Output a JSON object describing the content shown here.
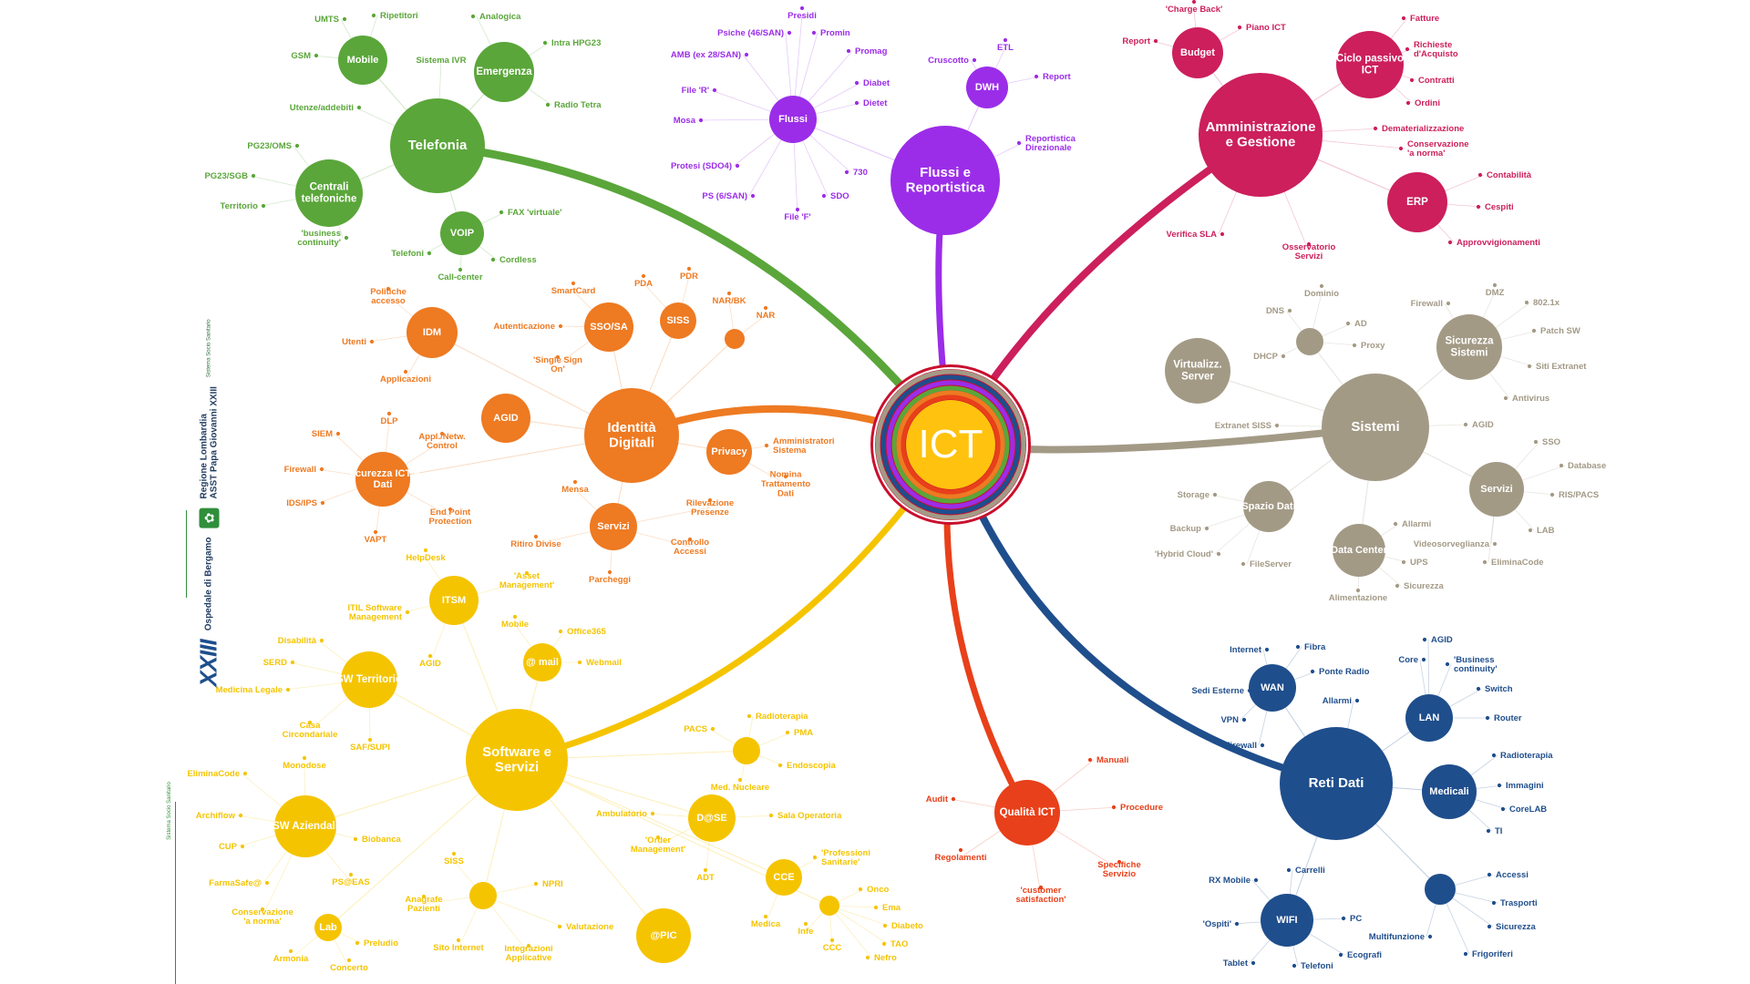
{
  "center": {
    "label": "ICT"
  },
  "brand": {
    "hospital": "Ospedale di Bergamo",
    "region": "Regione Lombardia",
    "asst": "ASST Papa Giovanni XXIII",
    "system": "Sistema Socio Sanitario",
    "code": "XXIII",
    "leaf_icon": "lombardy-rose-icon"
  },
  "branches": [
    {
      "name": "Telefonia",
      "color": "#5aa63a",
      "clusters": [
        {
          "label": "Telefonia",
          "leaves": [
            "Utenze/addebiti"
          ]
        },
        {
          "label": "Mobile",
          "leaves": [
            "UMTS",
            "Ripetitori",
            "GSM"
          ]
        },
        {
          "label": "Emergenza",
          "leaves": [
            "Analogica",
            "Intra HPG23",
            "Radio Tetra"
          ]
        },
        {
          "label": "Centrali telefoniche",
          "leaves": [
            "PG23/OMS",
            "PG23/SGB",
            "Territorio",
            "'business continuity'"
          ]
        },
        {
          "label": "VOIP",
          "leaves": [
            "FAX 'virtuale'",
            "Cordless",
            "Call-center",
            "Telefoni"
          ]
        }
      ],
      "free_leaves": [
        "Sistema IVR"
      ]
    },
    {
      "name": "Flussi e Reportistica",
      "color": "#9b2de8",
      "clusters": [
        {
          "label": "Flussi e Reportistica",
          "leaves": [
            "Reportistica Direzionale"
          ]
        },
        {
          "label": "Flussi",
          "leaves": [
            "Presidi",
            "Promin",
            "Promag",
            "Diabet",
            "Dietet",
            "730",
            "SDO",
            "File 'F'",
            "PS (6/SAN)",
            "Protesi (SDO4)",
            "Mosa",
            "File 'R'",
            "AMB (ex 28/SAN)",
            "Psiche (46/SAN)"
          ]
        },
        {
          "label": "DWH",
          "leaves": [
            "Cruscotto",
            "ETL",
            "Report"
          ]
        }
      ]
    },
    {
      "name": "Amministrazione e Gestione",
      "color": "#cc1f5c",
      "clusters": [
        {
          "label": "Amministrazione e Gestione",
          "leaves": [
            "Dematerializzazione",
            "Conservazione 'a norma'",
            "Verifica SLA",
            "Osservatorio Servizi"
          ]
        },
        {
          "label": "Budget",
          "leaves": [
            "'Charge Back'",
            "Piano ICT",
            "Report"
          ]
        },
        {
          "label": "Ciclo passivo ICT",
          "leaves": [
            "Fatture",
            "Richieste d'Acquisto",
            "Contratti",
            "Ordini"
          ]
        },
        {
          "label": "ERP",
          "leaves": [
            "Contabilità",
            "Cespiti",
            "Approvvigionamenti"
          ]
        }
      ]
    },
    {
      "name": "Sistemi",
      "color": "#a39a86",
      "clusters": [
        {
          "label": "Sistemi",
          "leaves": [
            "Extranet SISS",
            "AGID"
          ]
        },
        {
          "label": "Virtualizz. Server",
          "leaves": []
        },
        {
          "label": "",
          "leaves": [
            "Dominio",
            "DNS",
            "AD",
            "Proxy",
            "DHCP"
          ]
        },
        {
          "label": "Sicurezza Sistemi",
          "leaves": [
            "Firewall",
            "DMZ",
            "802.1x",
            "Patch SW",
            "Siti Extranet",
            "Antivirus"
          ]
        },
        {
          "label": "Servizi",
          "leaves": [
            "SSO",
            "Database",
            "RIS/PACS",
            "LAB",
            "Videosorveglianza",
            "EliminaCode"
          ]
        },
        {
          "label": "Spazio Dati",
          "leaves": [
            "Storage",
            "Backup",
            "'Hybrid Cloud'",
            "FileServer"
          ]
        },
        {
          "label": "Data Center",
          "leaves": [
            "Allarmi",
            "UPS",
            "Sicurezza",
            "Alimentazione"
          ]
        }
      ]
    },
    {
      "name": "Reti Dati",
      "color": "#1f4e8c",
      "clusters": [
        {
          "label": "Reti Dati",
          "leaves": [
            "Allarmi"
          ]
        },
        {
          "label": "WAN",
          "leaves": [
            "Internet",
            "Fibra",
            "Ponte Radio",
            "Sedi Esterne",
            "VPN",
            "Firewall"
          ]
        },
        {
          "label": "LAN",
          "leaves": [
            "AGID",
            "Core",
            "'Business continuity'",
            "Switch",
            "Router"
          ]
        },
        {
          "label": "Medicali",
          "leaves": [
            "Radioterapia",
            "Immagini",
            "CoreLAB",
            "TI"
          ]
        },
        {
          "label": "",
          "leaves": [
            "Accessi",
            "Trasporti",
            "Sicurezza",
            "Frigoriferi",
            "Multifunzione"
          ]
        },
        {
          "label": "WIFI",
          "leaves": [
            "RX Mobile",
            "Carrelli",
            "PC",
            "Ecografi",
            "Telefoni",
            "Tablet",
            "'Ospiti'"
          ]
        }
      ]
    },
    {
      "name": "Qualità ICT",
      "color": "#e8401a",
      "clusters": [
        {
          "label": "Qualità ICT",
          "leaves": [
            "Audit",
            "Manuali",
            "Procedure",
            "Specifiche Servizio",
            "'customer satisfaction'",
            "Regolamenti"
          ]
        }
      ]
    },
    {
      "name": "Software e Servizi",
      "color": "#f5c400",
      "clusters": [
        {
          "label": "Software e Servizi",
          "leaves": []
        },
        {
          "label": "ITSM",
          "leaves": [
            "HelpDesk",
            "'Asset Management'",
            "ITIL Software Management",
            "AGID"
          ]
        },
        {
          "label": "@ mail",
          "leaves": [
            "Mobile",
            "Office365",
            "Webmail"
          ]
        },
        {
          "label": "SW Territorio",
          "leaves": [
            "Disabilità",
            "SERD",
            "Medicina Legale",
            "Casa Circondariale",
            "SAF/SUPI"
          ]
        },
        {
          "label": "",
          "leaves": [
            "Radioterapia",
            "PMA",
            "Endoscopia",
            "Med. Nucleare",
            "PACS"
          ]
        },
        {
          "label": "D@SE",
          "leaves": [
            "Ambulatorio",
            "Sala Operatoria",
            "'Order Management'",
            "ADT"
          ]
        },
        {
          "label": "CCE",
          "leaves": [
            "'Professioni Sanitarie'",
            "Medica"
          ]
        },
        {
          "label": "",
          "leaves": [
            "Onco",
            "Ema",
            "Diabeto",
            "TAO",
            "Nefro",
            "CCC",
            "Infe"
          ]
        },
        {
          "label": "SW Aziendali",
          "leaves": [
            "EliminaCode",
            "Monodose",
            "Archiflow",
            "CUP",
            "FarmaSafe@",
            "Biobanca",
            "PS@EAS",
            "Conservazione 'a norma'"
          ]
        },
        {
          "label": "Lab",
          "leaves": [
            "Armonia",
            "Concerto",
            "Preludio"
          ]
        },
        {
          "label": "",
          "leaves": [
            "SISS",
            "NPRI",
            "Anagrafe Pazienti",
            "Valutazione",
            "Integrazioni Applicative",
            "Sito Internet"
          ]
        },
        {
          "label": "@PIC",
          "leaves": []
        }
      ]
    },
    {
      "name": "Identità Digitali",
      "color": "#ee7a22",
      "clusters": [
        {
          "label": "Identità Digitali",
          "leaves": []
        },
        {
          "label": "IDM",
          "leaves": [
            "Politiche accesso",
            "Utenti",
            "Applicazioni"
          ]
        },
        {
          "label": "SSO/SA",
          "leaves": [
            "SmartCard",
            "Autenticazione",
            "'Single Sign On'"
          ]
        },
        {
          "label": "SISS",
          "leaves": [
            "PDA",
            "PDR"
          ]
        },
        {
          "label": "",
          "leaves": [
            "NAR/BK",
            "NAR"
          ]
        },
        {
          "label": "AGID",
          "leaves": []
        },
        {
          "label": "Privacy",
          "leaves": [
            "Amministratori Sistema",
            "Nomina Trattamento Dati"
          ]
        },
        {
          "label": "Sicurezza ICT e Dati",
          "leaves": [
            "DLP",
            "SIEM",
            "Appl./Netw. Control",
            "Firewall",
            "IDS/IPS",
            "End Point Protection",
            "VAPT"
          ]
        },
        {
          "label": "Servizi",
          "leaves": [
            "Mensa",
            "Rilevazione Presenze",
            "Controllo Accessi",
            "Ritiro Divise",
            "Parcheggi"
          ]
        }
      ]
    }
  ]
}
